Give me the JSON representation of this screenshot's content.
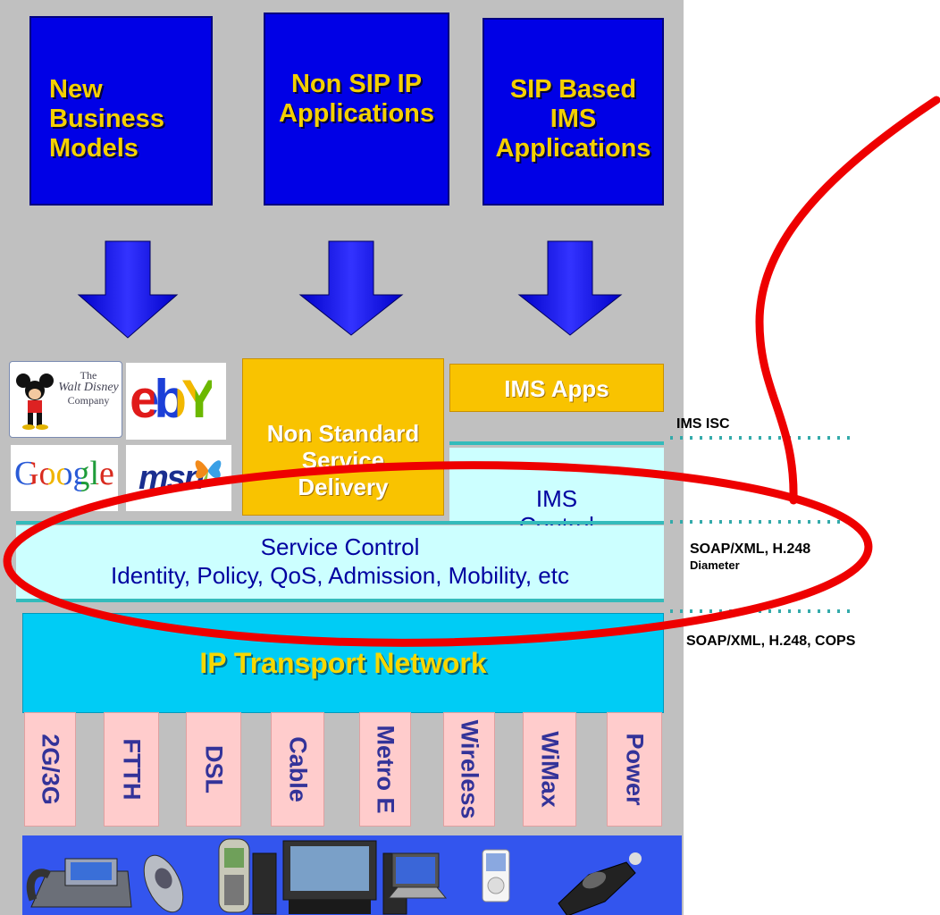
{
  "apps": {
    "new_business": "New\nBusiness\nModels",
    "non_sip": "Non SIP IP\nApplications",
    "sip_ims": "SIP Based\nIMS\nApplications"
  },
  "logos": {
    "disney_line1": "The",
    "disney_line2": "Walt Disney",
    "disney_line3": "Company",
    "ebay": "ebY",
    "google": "Google",
    "msn": "msn"
  },
  "blocks": {
    "non_standard": "Non Standard\nService\nDelivery",
    "ims_apps": "IMS Apps",
    "ims_control": "IMS\nControl",
    "service_control_line1": "Service Control",
    "service_control_line2": "Identity, Policy, QoS, Admission, Mobility, etc",
    "ip_transport": "IP Transport Network"
  },
  "access_networks": [
    "2G/3G",
    "FTTH",
    "DSL",
    "Cable",
    "Metro E",
    "Wireless",
    "WiMax",
    "Power"
  ],
  "interfaces": {
    "ims_isc": "IMS ISC",
    "soap_h248": "SOAP/XML, H.248",
    "diameter": "Diameter",
    "soap_cops": "SOAP/XML, H.248, COPS"
  },
  "colors": {
    "panel": "#c0c0c0",
    "app_box": "#0000e6",
    "app_text": "#f4d000",
    "yellow_block": "#f9c300",
    "control_block": "#ccffff",
    "transport": "#00ccf5",
    "access": "#ffcccc",
    "device_strip": "#3355ee",
    "highlight": "#ee0000",
    "interface_dots": "#33aaaa"
  }
}
